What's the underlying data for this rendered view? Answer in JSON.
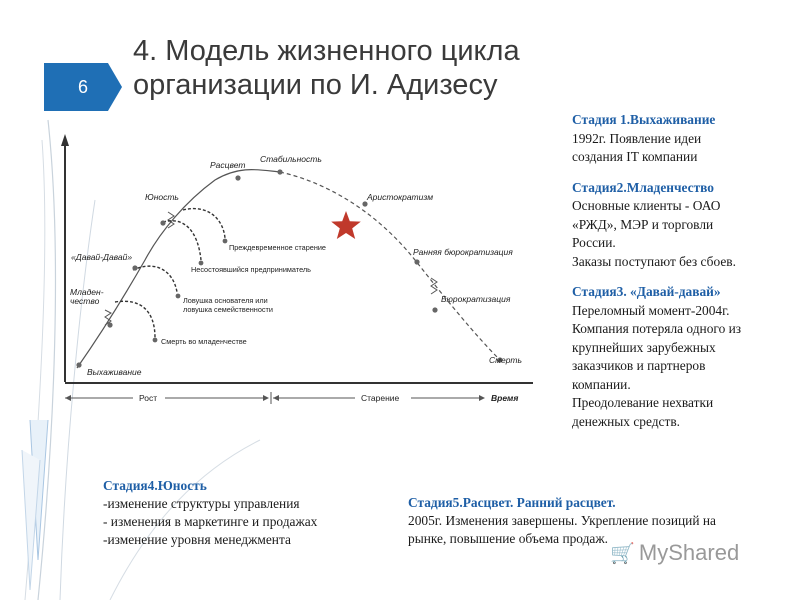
{
  "slide": {
    "number": "6",
    "title_line1": "4. Модель жизненного цикла",
    "title_line2": "организации по И. Адизесу"
  },
  "diagram": {
    "stages": {
      "vyhazhivanie": "Выхаживание",
      "mladenchestvo1": "Младен-",
      "mladenchestvo2": "чество",
      "davai": "«Давай-Давай»",
      "yunost": "Юность",
      "rascvet": "Расцвет",
      "stabilnost": "Стабильность",
      "aristokratizm": "Аристократизм",
      "rannyaya_byuro": "Ранняя бюрократизация",
      "byurokratizatsiya": "Бюрократизация",
      "smert": "Смерть"
    },
    "traps": {
      "smert_mladenchestvo": "Смерть во младенчестве",
      "lovushka1": "Ловушка основателя или",
      "lovushka2": "ловушка семейственности",
      "nesost": "Несостоявшийся предприниматель",
      "prezhd": "Преждевременное старение"
    },
    "axis": {
      "rost": "Рост",
      "starenie": "Старение",
      "vremya": "Время"
    },
    "star_color": "#c0392b"
  },
  "stages_text": {
    "s1_head": "Стадия 1.Выхаживание",
    "s1_l1": "1992г. Появление идеи",
    "s1_l2": "создания IT компании",
    "s2_head": "Стадия2.Младенчество",
    "s2_l1": "Основные клиенты - ОАО",
    "s2_l2": "«РЖД», МЭР и торговли",
    "s2_l3": "России.",
    "s2_l4": "Заказы поступают без сбоев.",
    "s3_head": "Стадия3. «Давай-давай»",
    "s3_l1": "Переломный момент-2004г.",
    "s3_l2": "Компания потеряла одного из",
    "s3_l3": "крупнейших зарубежных",
    "s3_l4": "заказчиков и партнеров",
    "s3_l5": "компании.",
    "s3_l6": "Преодолевание нехватки",
    "s3_l7": "денежных средств.",
    "s4_head": "Стадия4.Юность",
    "s4_l1": "-изменение структуры управления",
    "s4_l2": "- изменения в маркетинге и продажах",
    "s4_l3": "-изменение уровня менеджмента",
    "s5_head": "Стадия5.Расцвет. Ранний расцвет.",
    "s5_l1": "2005г. Изменения завершены. Укрепление позиций на",
    "s5_l2": "рынке, повышение объема продаж."
  },
  "watermark": "MyShared"
}
